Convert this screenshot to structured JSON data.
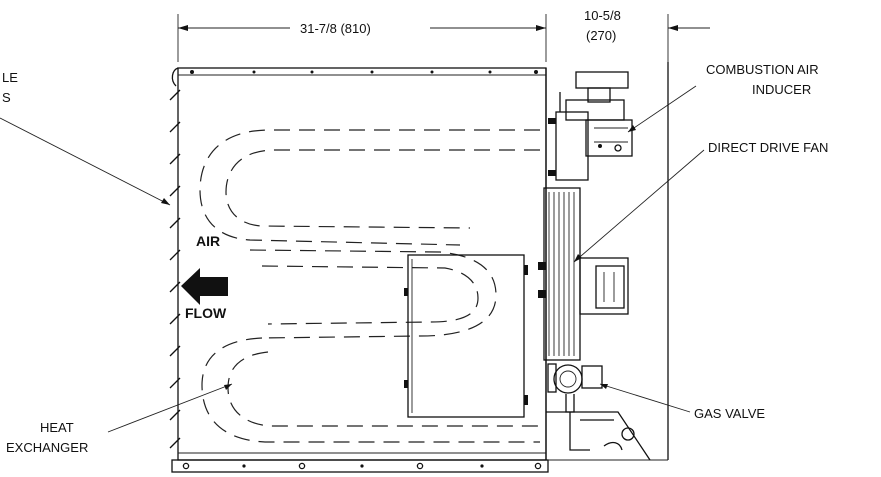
{
  "dimensions": {
    "width_label": "31-7/8  (810)",
    "depth_label_in": "10-5/8",
    "depth_label_mm": "(270)"
  },
  "labels": {
    "louvers_line1": "LE",
    "louvers_line2": "S",
    "combustion_line1": "COMBUSTION AIR",
    "combustion_line2": "INDUCER",
    "fan": "DIRECT DRIVE FAN",
    "air": "AIR",
    "flow": "FLOW",
    "gas_valve": "GAS VALVE",
    "heat_line1": "HEAT",
    "heat_line2": "EXCHANGER"
  }
}
